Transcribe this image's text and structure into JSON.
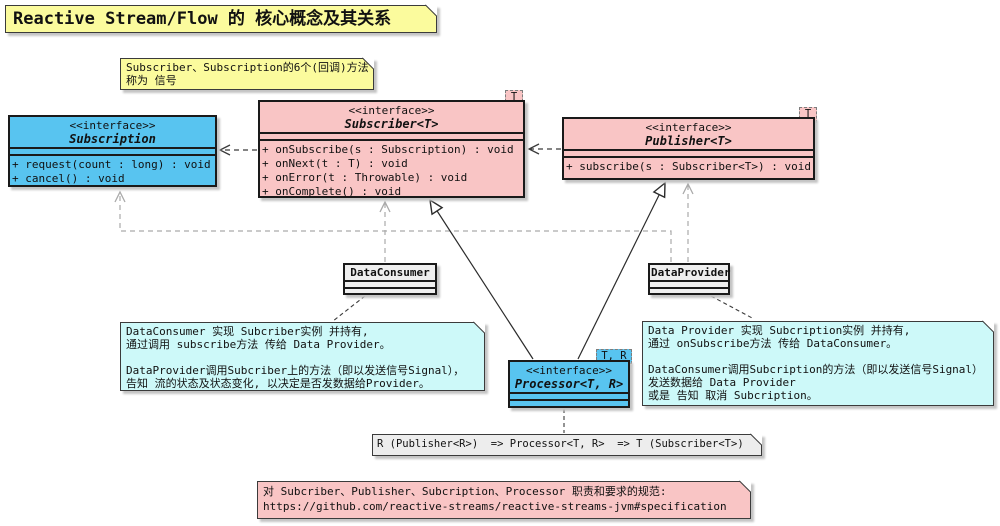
{
  "colors": {
    "blue": "#58C4F0",
    "pink": "#F9C5C5",
    "yellow": "#FBFB9D",
    "cyan": "#CDF9F9",
    "note_gray": "#EDEDED",
    "class_gray": "#EFEFEF"
  },
  "title_note": {
    "text": "Reactive Stream/Flow 的 核心概念及其关系"
  },
  "signal_note": {
    "line1": "Subscriber、Subscription的6个(回调)方法",
    "line2": "称为 信号"
  },
  "classes": {
    "subscription": {
      "stereotype": "<<interface>>",
      "name": "Subscription",
      "methods": [
        "+ request(count : long) : void",
        "+ cancel() : void"
      ]
    },
    "subscriber": {
      "stereotype": "<<interface>>",
      "name": "Subscriber<T>",
      "generic": "T",
      "methods": [
        "+ onSubscribe(s : Subscription) : void",
        "+ onNext(t : T) : void",
        "+ onError(t : Throwable) : void",
        "+ onComplete() : void"
      ]
    },
    "publisher": {
      "stereotype": "<<interface>>",
      "name": "Publisher<T>",
      "generic": "T",
      "methods": [
        "+ subscribe(s : Subscriber<T>) : void"
      ]
    },
    "processor": {
      "stereotype": "<<interface>>",
      "name": "Processor<T, R>",
      "generic": "T, R"
    },
    "data_consumer": {
      "name": "DataConsumer"
    },
    "data_provider": {
      "name": "DataProvider"
    }
  },
  "notes": {
    "consumer_note": {
      "lines": [
        "DataConsumer 实现 Subcriber实例 并持有,",
        "通过调用 subscribe方法 传给 Data Provider。",
        "",
        "DataProvider调用Subcriber上的方法（即以发送信号Signal），",
        "告知 流的状态及状态变化, 以决定是否发数据给Provider。"
      ]
    },
    "provider_note": {
      "lines": [
        "Data Provider 实现 Subcription实例 并持有,",
        "通过 onSubscribe方法 传给 DataConsumer。",
        "",
        "DataConsumer调用Subcription的方法（即以发送信号Signal）",
        "发送数据给 Data Provider",
        "或是 告知 取消 Subcription。"
      ]
    },
    "transform_note": {
      "text": "R (Publisher<R>)  => Processor<T, R>  => T (Subscriber<T>)"
    },
    "spec_note": {
      "lines": [
        "对 Subcriber、Publisher、Subcription、Processor 职责和要求的规范:",
        "https://github.com/reactive-streams/reactive-streams-jvm#specification"
      ]
    }
  }
}
